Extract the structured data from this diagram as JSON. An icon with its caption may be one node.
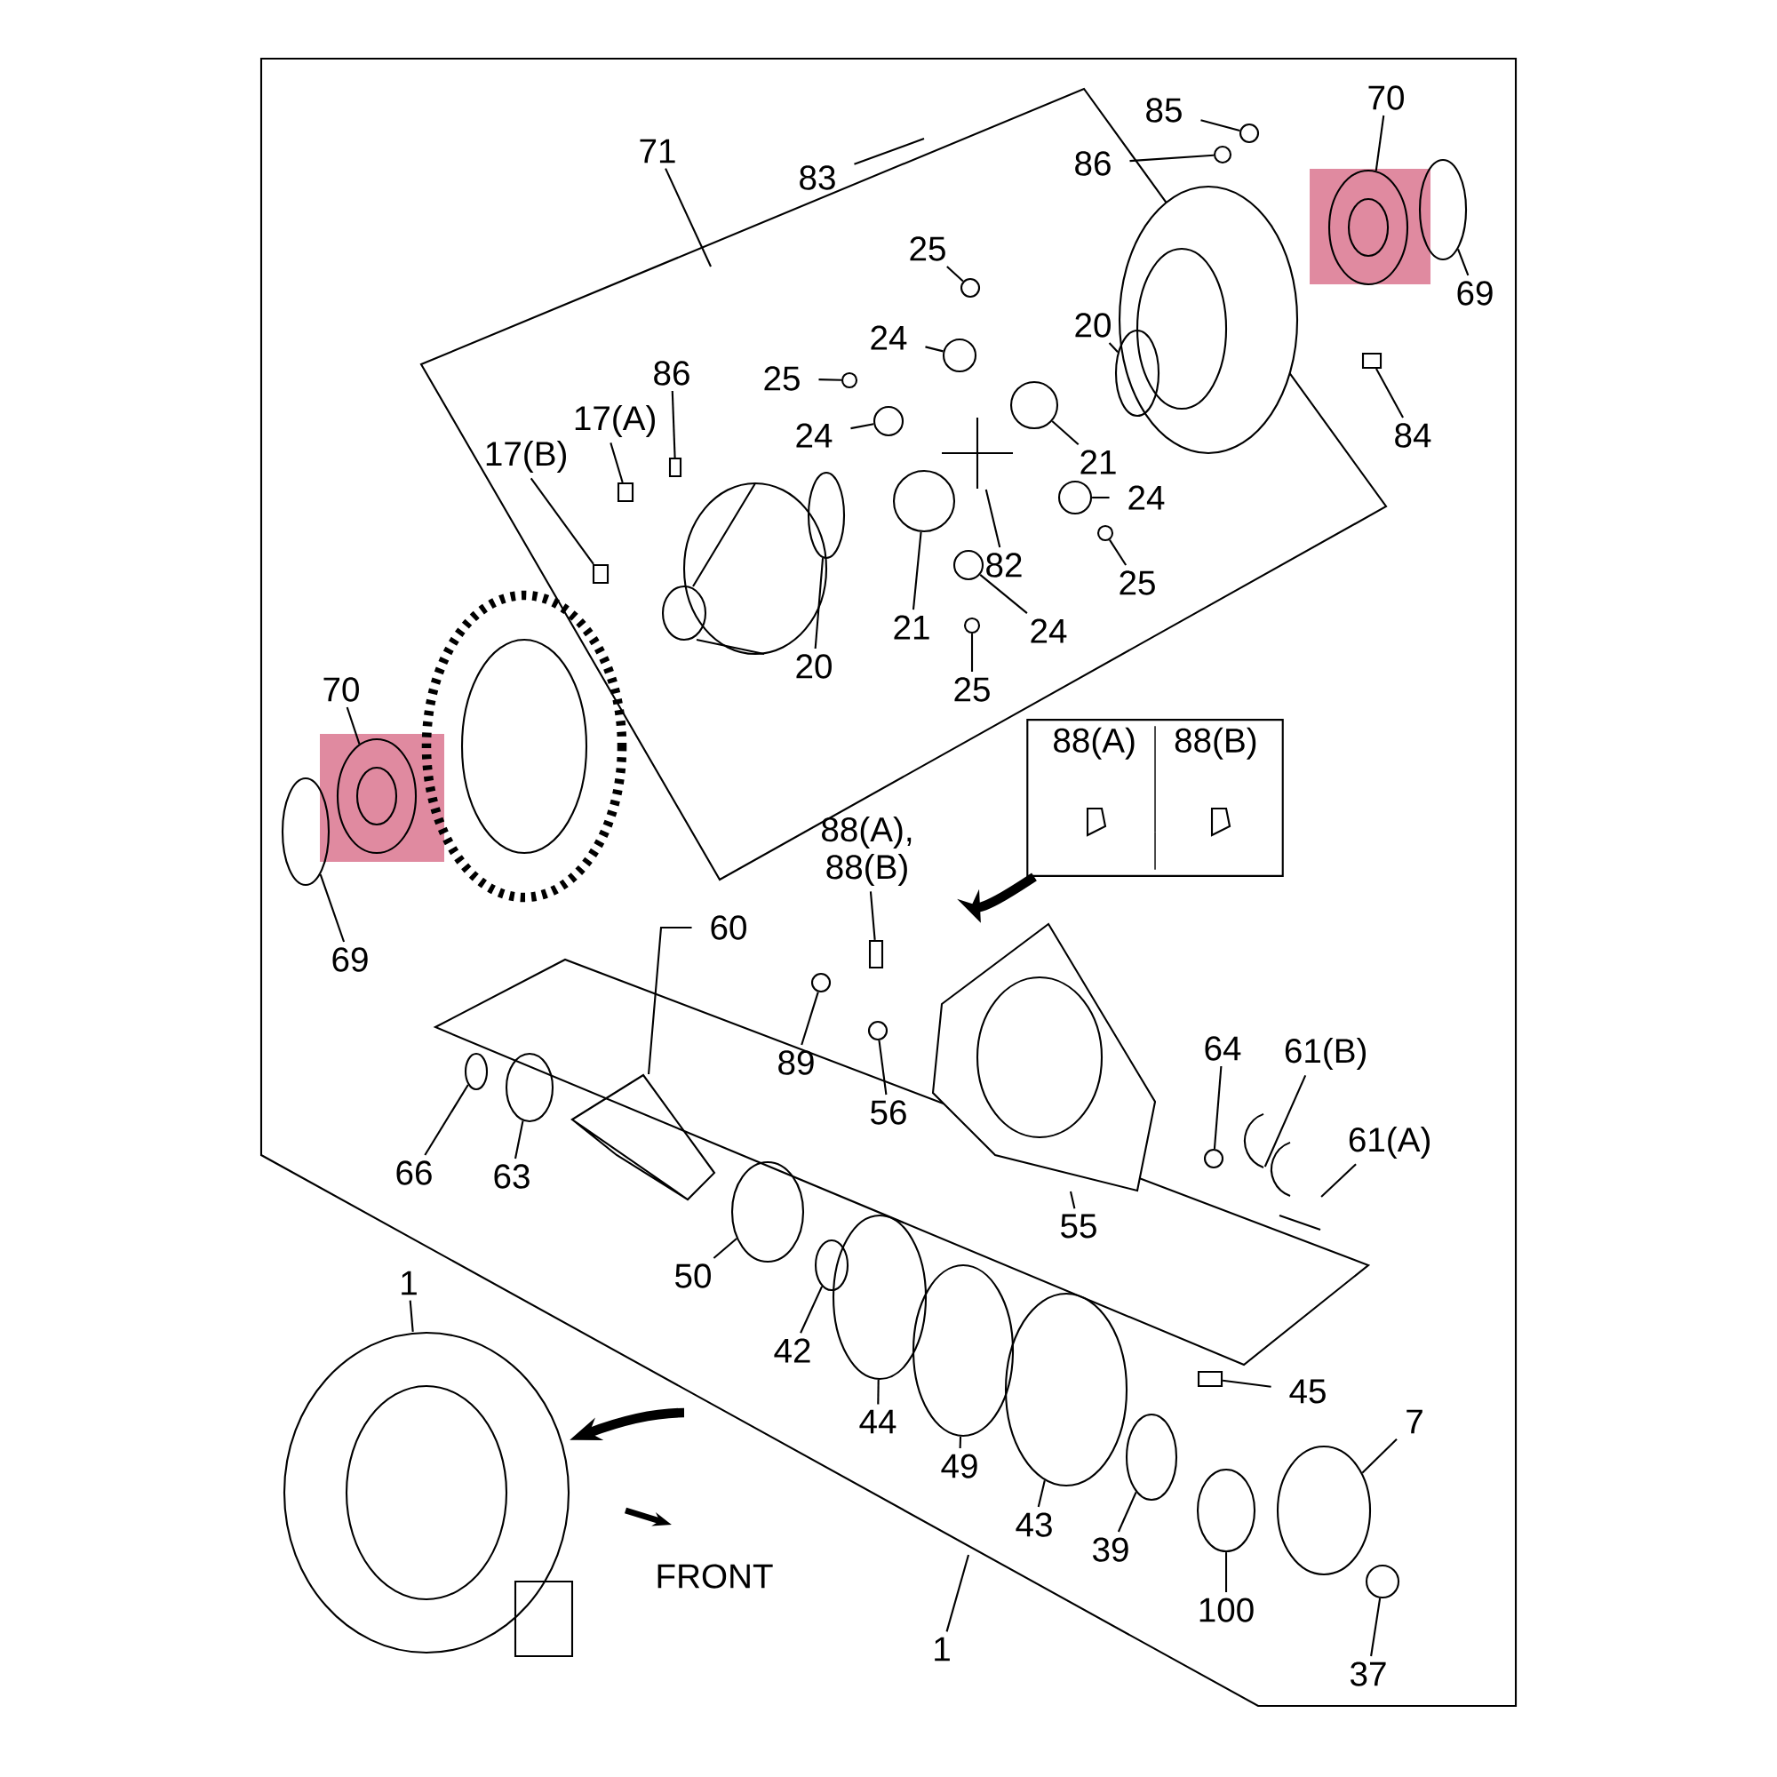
{
  "diagram": {
    "nodes": [
      {
        "text": [
          "85"
        ]
      },
      {
        "text": [
          "86"
        ]
      },
      {
        "text": [
          "71"
        ]
      },
      {
        "text": [
          "83"
        ]
      },
      {
        "text": [
          "70"
        ]
      },
      {
        "text": [
          "69"
        ]
      },
      {
        "text": [
          "25"
        ]
      },
      {
        "text": [
          "24"
        ]
      },
      {
        "text": [
          "20"
        ]
      },
      {
        "text": [
          "86"
        ]
      },
      {
        "text": [
          "17(A)"
        ]
      },
      {
        "text": [
          "17(B)"
        ]
      },
      {
        "text": [
          "25"
        ]
      },
      {
        "text": [
          "24"
        ]
      },
      {
        "text": [
          "21"
        ]
      },
      {
        "text": [
          "84"
        ]
      },
      {
        "text": [
          "24"
        ]
      },
      {
        "text": [
          "82"
        ]
      },
      {
        "text": [
          "25"
        ]
      },
      {
        "text": [
          "21"
        ]
      },
      {
        "text": [
          "20"
        ]
      },
      {
        "text": [
          "24"
        ]
      },
      {
        "text": [
          "25"
        ]
      },
      {
        "text": [
          "70"
        ]
      },
      {
        "text": [
          "69"
        ]
      },
      {
        "text": [
          "88(A), 88(B)"
        ]
      },
      {
        "text": [
          "88(A)",
          "88(B)"
        ]
      },
      {
        "text": [
          "60"
        ]
      },
      {
        "text": [
          "89"
        ]
      },
      {
        "text": [
          "56"
        ]
      },
      {
        "text": [
          "64"
        ]
      },
      {
        "text": [
          "61(B)"
        ]
      },
      {
        "text": [
          "61(A)"
        ]
      },
      {
        "text": [
          "66"
        ]
      },
      {
        "text": [
          "63"
        ]
      },
      {
        "text": [
          "55"
        ]
      },
      {
        "text": [
          "50"
        ]
      },
      {
        "text": [
          "42"
        ]
      },
      {
        "text": [
          "44"
        ]
      },
      {
        "text": [
          "49"
        ]
      },
      {
        "text": [
          "43"
        ]
      },
      {
        "text": [
          "45"
        ]
      },
      {
        "text": [
          "7"
        ]
      },
      {
        "text": [
          "39"
        ]
      },
      {
        "text": [
          "100"
        ]
      },
      {
        "text": [
          "37"
        ]
      },
      {
        "text": [
          "1"
        ]
      },
      {
        "text": [
          "1"
        ]
      },
      {
        "text": [],
        "shape": "circle"
      },
      {
        "text": [],
        "shape": "circle"
      },
      {
        "text": [],
        "shape": "circle"
      },
      {
        "text": [],
        "shape": "circle"
      },
      {
        "text": [],
        "shape": "circle"
      },
      {
        "text": [],
        "shape": "circle"
      },
      {
        "text": [],
        "shape": "circle"
      },
      {
        "text": [],
        "shape": "box"
      },
      {
        "text": [],
        "shape": "box"
      },
      {
        "text": [],
        "shape": "box"
      },
      {
        "text": [],
        "shape": "circle"
      },
      {
        "text": [],
        "shape": "circle"
      },
      {
        "text": [],
        "shape": "circle"
      },
      {
        "text": [],
        "shape": "box"
      },
      {
        "text": [],
        "shape": "circle"
      },
      {
        "text": [],
        "shape": "picture"
      },
      {
        "text": [],
        "shape": "circle"
      },
      {
        "text": [],
        "shape": "circle"
      },
      {
        "text": [],
        "shape": "circle"
      },
      {
        "text": [],
        "shape": "circle"
      },
      {
        "text": [],
        "shape": "circle"
      },
      {
        "text": [],
        "shape": "circle"
      },
      {
        "text": [],
        "shape": "circle"
      },
      {
        "text": [],
        "shape": "box"
      },
      {
        "text": [],
        "shape": "picture"
      },
      {
        "text": [],
        "shape": "circle"
      },
      {
        "text": [],
        "shape": "circle"
      },
      {
        "text": [],
        "shape": "circle"
      },
      {
        "text": [],
        "shape": "picture"
      },
      {
        "text": [],
        "shape": "picture"
      },
      {
        "text": [],
        "shape": "circle"
      },
      {
        "text": [],
        "shape": "circle"
      },
      {
        "text": [],
        "shape": "picture"
      },
      {
        "text": [],
        "shape": "circle"
      },
      {
        "text": [],
        "shape": "circle"
      },
      {
        "text": [],
        "shape": "circle"
      },
      {
        "text": [],
        "shape": "circle"
      },
      {
        "text": [],
        "shape": "circle"
      },
      {
        "text": [],
        "shape": "circle"
      },
      {
        "text": [],
        "shape": "circle"
      },
      {
        "text": [],
        "shape": "circle"
      },
      {
        "text": [],
        "shape": "circle"
      },
      {
        "text": [],
        "shape": "box"
      },
      {
        "text": [],
        "shape": "picture"
      }
    ],
    "edges": [
      {
        "from": 0,
        "to": 48,
        "arrow": "none"
      },
      {
        "from": 1,
        "to": 49,
        "arrow": "none"
      },
      {
        "from": 2,
        "to": null,
        "arrow": "none"
      },
      {
        "from": 3,
        "to": null,
        "arrow": "none"
      },
      {
        "from": 4,
        "to": 50,
        "arrow": "none"
      },
      {
        "from": 5,
        "to": 51,
        "arrow": "none"
      },
      {
        "from": 6,
        "to": 52,
        "arrow": "none"
      },
      {
        "from": 7,
        "to": 53,
        "arrow": "none"
      },
      {
        "from": 8,
        "to": 54,
        "arrow": "none"
      },
      {
        "from": 9,
        "to": 55,
        "arrow": "none"
      },
      {
        "from": 10,
        "to": 56,
        "arrow": "none"
      },
      {
        "from": 11,
        "to": 57,
        "arrow": "none"
      },
      {
        "from": 12,
        "to": 58,
        "arrow": "none"
      },
      {
        "from": 13,
        "to": 59,
        "arrow": "none"
      },
      {
        "from": 14,
        "to": 60,
        "arrow": "none"
      },
      {
        "from": 15,
        "to": 61,
        "arrow": "none"
      },
      {
        "from": 16,
        "to": 62,
        "arrow": "none"
      },
      {
        "from": 17,
        "to": 63,
        "arrow": "none"
      },
      {
        "from": 18,
        "to": 64,
        "arrow": "none"
      },
      {
        "from": 19,
        "to": 65,
        "arrow": "none"
      },
      {
        "from": 20,
        "to": 66,
        "arrow": "none"
      },
      {
        "from": 21,
        "to": 67,
        "arrow": "none"
      },
      {
        "from": 22,
        "to": 68,
        "arrow": "none"
      },
      {
        "from": 23,
        "to": 69,
        "arrow": "none"
      },
      {
        "from": 24,
        "to": 70,
        "arrow": "none"
      },
      {
        "from": 25,
        "to": 71,
        "arrow": "none"
      },
      {
        "from": 27,
        "to": 72,
        "arrow": "none"
      },
      {
        "from": 28,
        "to": 73,
        "arrow": "none"
      },
      {
        "from": 29,
        "to": 74,
        "arrow": "none"
      },
      {
        "from": 30,
        "to": 75,
        "arrow": "none"
      },
      {
        "from": 31,
        "to": 76,
        "arrow": "none"
      },
      {
        "from": 32,
        "to": 77,
        "arrow": "none"
      },
      {
        "from": 33,
        "to": 78,
        "arrow": "none"
      },
      {
        "from": 34,
        "to": 79,
        "arrow": "none"
      },
      {
        "from": 35,
        "to": 80,
        "arrow": "none"
      },
      {
        "from": 36,
        "to": 81,
        "arrow": "none"
      },
      {
        "from": 37,
        "to": 82,
        "arrow": "none"
      },
      {
        "from": 38,
        "to": 83,
        "arrow": "none"
      },
      {
        "from": 39,
        "to": 84,
        "arrow": "none"
      },
      {
        "from": 40,
        "to": 85,
        "arrow": "none"
      },
      {
        "from": 41,
        "to": 90,
        "arrow": "none"
      },
      {
        "from": 42,
        "to": 88,
        "arrow": "none"
      },
      {
        "from": 43,
        "to": 86,
        "arrow": "none"
      },
      {
        "from": 44,
        "to": 87,
        "arrow": "none"
      },
      {
        "from": 45,
        "to": 89,
        "arrow": "none"
      },
      {
        "from": 46,
        "to": 91,
        "arrow": "none"
      },
      {
        "from": 47,
        "to": null,
        "arrow": "none"
      },
      {
        "from": 26,
        "to": 80,
        "arrow": "to",
        "style": "thick"
      },
      {
        "from": null,
        "to": 91,
        "arrow": "to",
        "style": "thick"
      }
    ],
    "labels": [
      "FRONT"
    ]
  }
}
